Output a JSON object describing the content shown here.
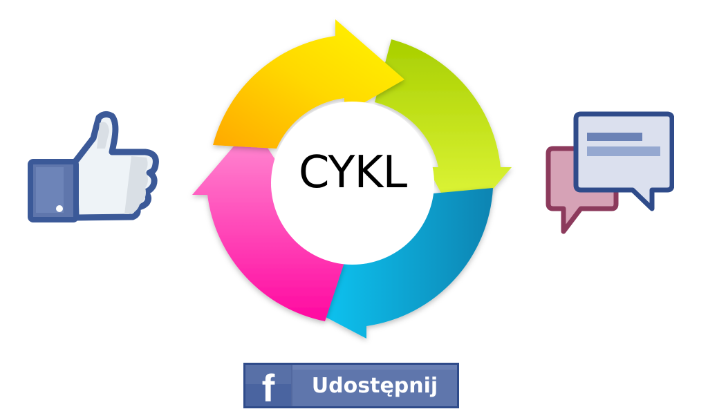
{
  "diagram": {
    "center_label": "CYKL",
    "segments": [
      {
        "name": "yellow-arrow",
        "color_start": "#ffb000",
        "color_end": "#fff200"
      },
      {
        "name": "green-arrow",
        "color_start": "#aad400",
        "color_end": "#e3f93a"
      },
      {
        "name": "blue-arrow",
        "color_start": "#0c88b8",
        "color_end": "#10c8f5"
      },
      {
        "name": "pink-arrow",
        "color_start": "#ff0fa8",
        "color_end": "#ff8ad0"
      }
    ]
  },
  "like_icon": {
    "label": "thumbs-up-like",
    "sleeve_color": "#5f76ac",
    "outline_color": "#3b5998",
    "hand_color": "#eef3f7"
  },
  "comment_icon": {
    "label": "comment-bubbles",
    "front_color": "#d8deec",
    "back_color": "#d4a0b4",
    "front_outline": "#2f4b8a",
    "back_outline": "#8c3a5c"
  },
  "share_button": {
    "icon_glyph": "f",
    "label": "Udostępnij",
    "bg_color": "#5f76ac",
    "border_color": "#2f4b8a"
  }
}
